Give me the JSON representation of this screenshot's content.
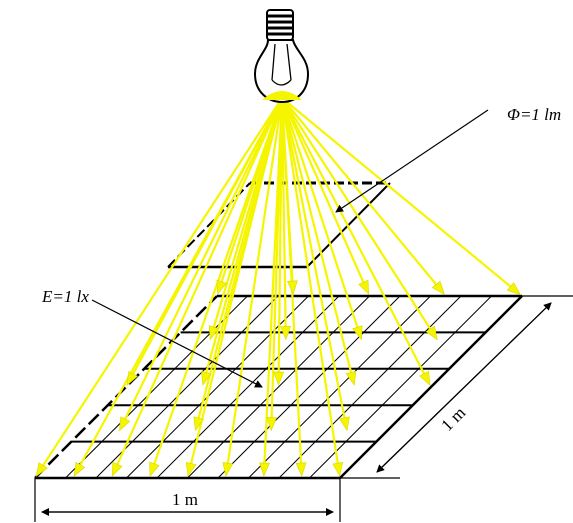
{
  "labels": {
    "flux": "Φ=1 lm",
    "illuminance": "E=1 lx",
    "width": "1 m",
    "depth": "1 m"
  },
  "colors": {
    "ray": "#f5f500",
    "ray_stroke": "#d8d800",
    "line": "#000000"
  },
  "icons": {
    "source": "light-bulb-icon"
  }
}
